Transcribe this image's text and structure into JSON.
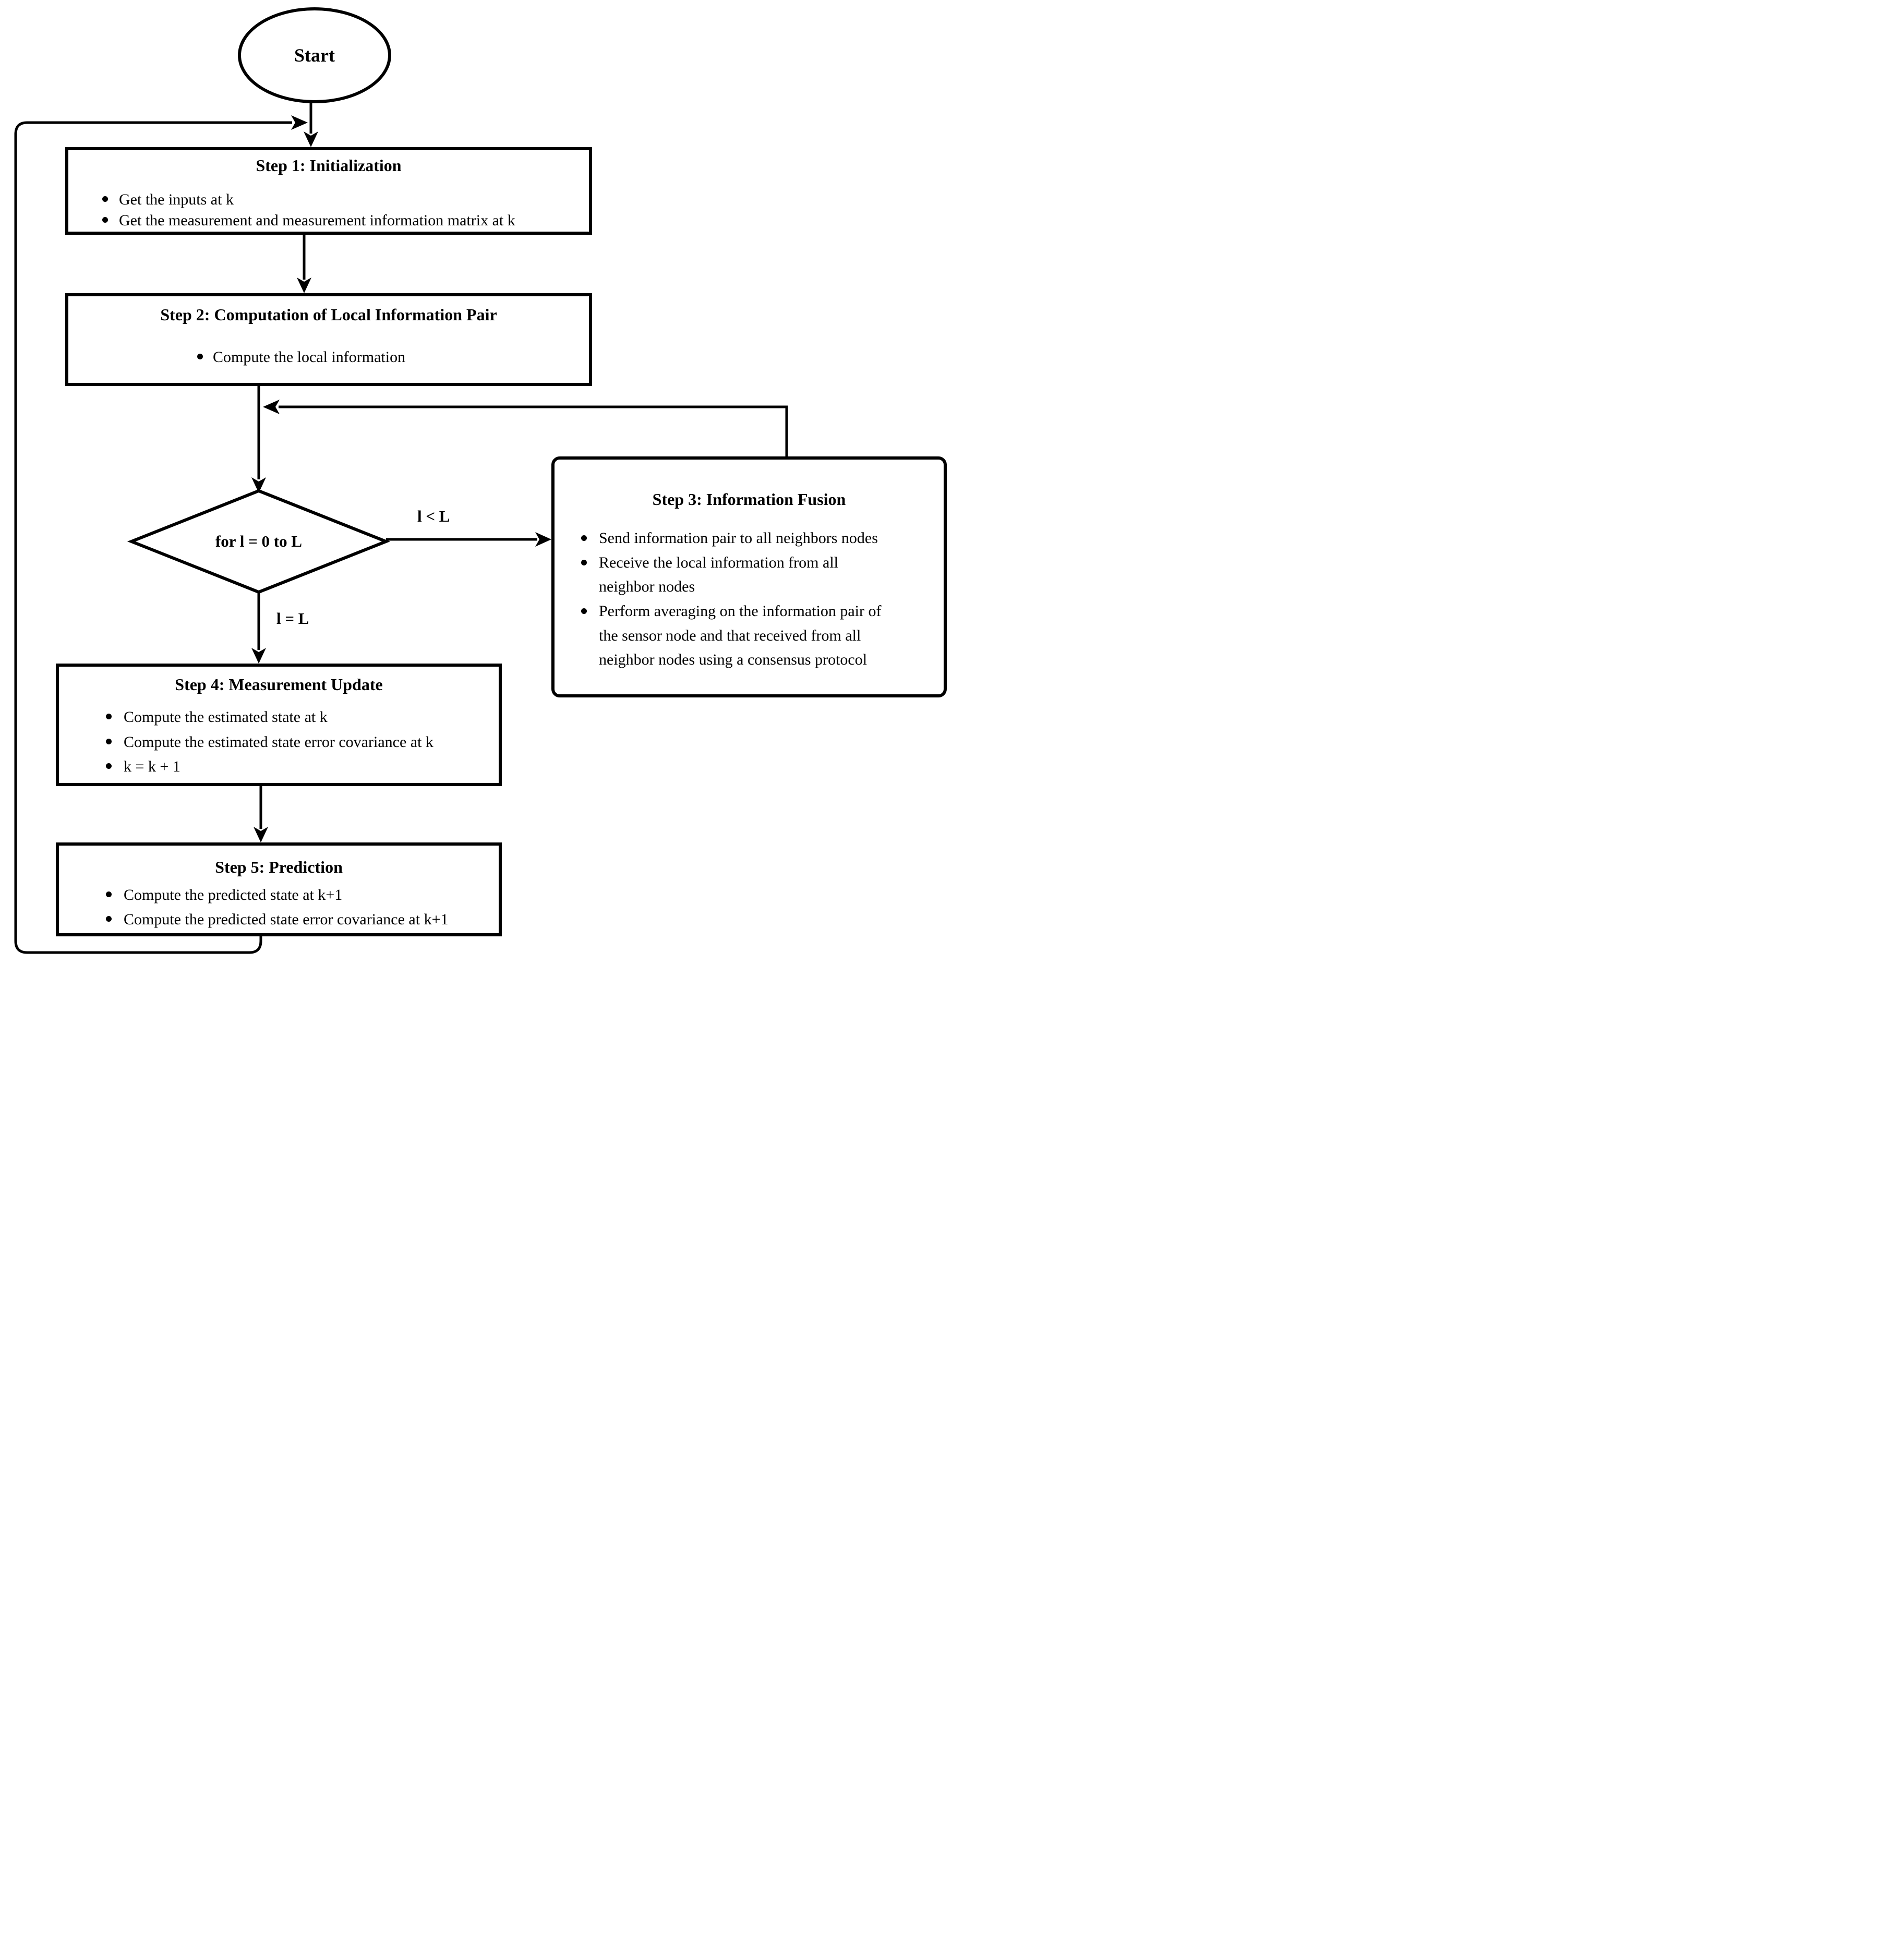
{
  "start": {
    "label": "Start"
  },
  "decision": {
    "label": "for l = 0 to L",
    "branch_fusion": "l < L",
    "branch_exit": "l = L"
  },
  "steps": {
    "step1": {
      "title": "Step 1: Initialization",
      "bullets": [
        "Get the inputs at k",
        "Get the measurement and measurement information matrix at k"
      ]
    },
    "step2": {
      "title": "Step 2: Computation of Local Information Pair",
      "bullets": [
        "Compute the local information"
      ]
    },
    "step3": {
      "title": "Step 3: Information Fusion",
      "lines": [
        "Send information pair to all neighbors  nodes",
        "Receive the local information from all",
        "neighbor nodes",
        "Perform averaging on the information pair of",
        "the sensor node and that received from all",
        "neighbor nodes using a consensus protocol"
      ]
    },
    "step4": {
      "title": "Step 4: Measurement Update",
      "bullets": [
        "Compute the estimated state at k",
        "Compute the estimated state error covariance at k",
        "k = k + 1"
      ]
    },
    "step5": {
      "title": "Step 5: Prediction",
      "bullets": [
        "Compute the predicted state at k+1",
        "Compute the predicted state error covariance at k+1"
      ]
    }
  },
  "colors": {
    "line": "#000000",
    "background": "#ffffff",
    "text": "#000000"
  }
}
